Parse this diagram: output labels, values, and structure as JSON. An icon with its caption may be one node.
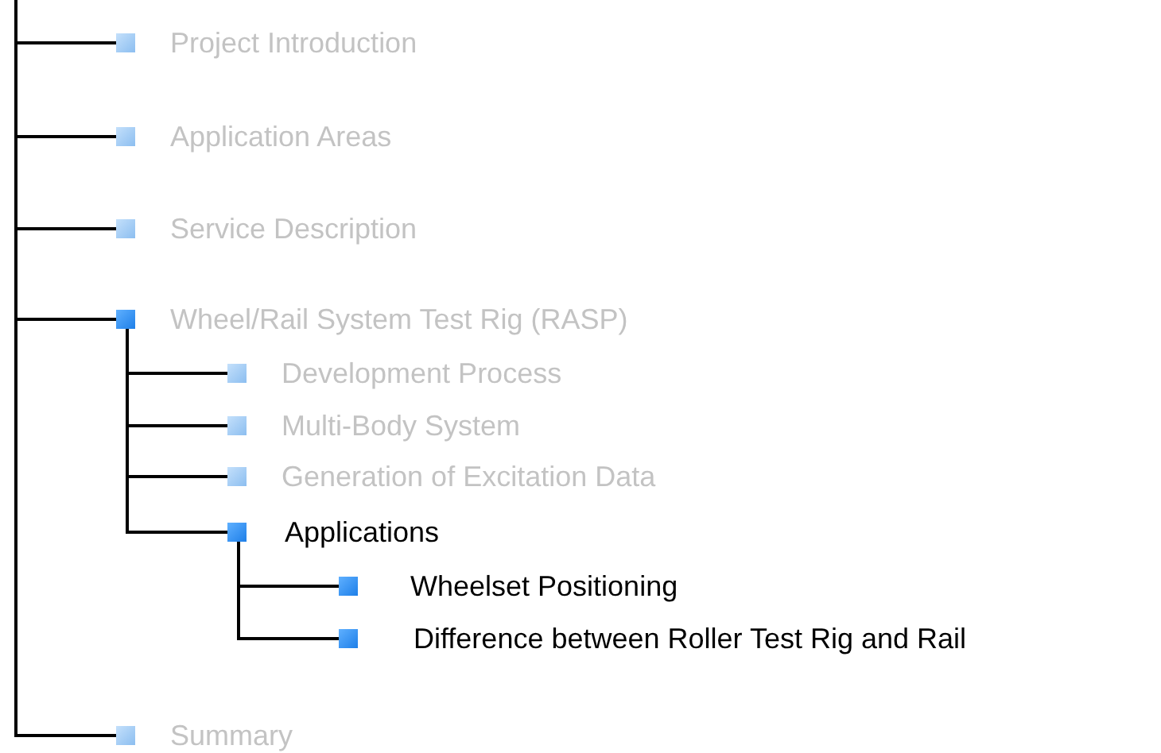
{
  "diagram": {
    "nodes": [
      {
        "text": [
          "Project Introduction"
        ]
      },
      {
        "text": [
          "Application Areas"
        ]
      },
      {
        "text": [
          "Service Description"
        ]
      },
      {
        "text": [
          "Wheel/Rail System Test Rig (RASP)"
        ]
      },
      {
        "text": [
          "Development Process"
        ]
      },
      {
        "text": [
          "Multi-Body System"
        ]
      },
      {
        "text": [
          "Generation of Excitation Data"
        ]
      },
      {
        "text": [
          "Applications"
        ]
      },
      {
        "text": [
          "Wheelset Positioning"
        ]
      },
      {
        "text": [
          "Difference between Roller Test Rig and Rail"
        ]
      },
      {
        "text": [
          "Summary"
        ]
      }
    ],
    "edges": [
      {
        "from": null,
        "to": 0,
        "arrow": "none"
      },
      {
        "from": null,
        "to": 1,
        "arrow": "none"
      },
      {
        "from": null,
        "to": 2,
        "arrow": "none"
      },
      {
        "from": null,
        "to": 3,
        "arrow": "none"
      },
      {
        "from": 3,
        "to": 4,
        "arrow": "none"
      },
      {
        "from": 3,
        "to": 5,
        "arrow": "none"
      },
      {
        "from": 3,
        "to": 6,
        "arrow": "none"
      },
      {
        "from": 3,
        "to": 7,
        "arrow": "none"
      },
      {
        "from": 7,
        "to": 8,
        "arrow": "none"
      },
      {
        "from": 7,
        "to": 9,
        "arrow": "none"
      },
      {
        "from": null,
        "to": 10,
        "arrow": "none"
      }
    ]
  }
}
